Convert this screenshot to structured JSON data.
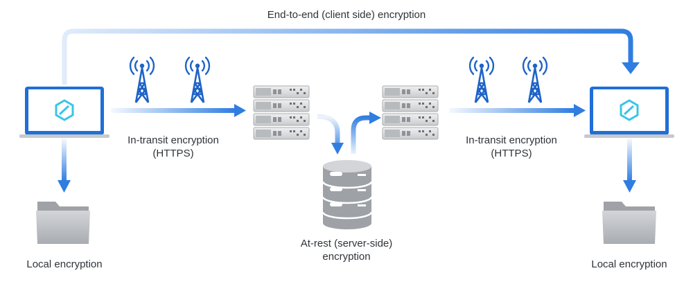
{
  "labels": {
    "end_to_end": "End-to-end (client side) encryption",
    "in_transit_left": {
      "line1": "In-transit encryption",
      "line2": "(HTTPS)"
    },
    "in_transit_right": {
      "line1": "In-transit encryption",
      "line2": "(HTTPS)"
    },
    "at_rest": {
      "line1": "At-rest (server-side)",
      "line2": "encryption"
    },
    "local_left": "Local encryption",
    "local_right": "Local encryption"
  },
  "icons": [
    "laptop-icon",
    "app-logo-icon",
    "antenna-tower-icon",
    "server-rack-icon",
    "database-icon",
    "folder-icon",
    "arrow-icon"
  ],
  "colors": {
    "arrow": "#2f7de1",
    "tower": "#1e63c6",
    "laptop_screen": "#1f6fd6",
    "logo": "#38c5e8",
    "server": "#d4d6d8",
    "database": "#9ea1a5",
    "folder": "#b9bcc0"
  }
}
